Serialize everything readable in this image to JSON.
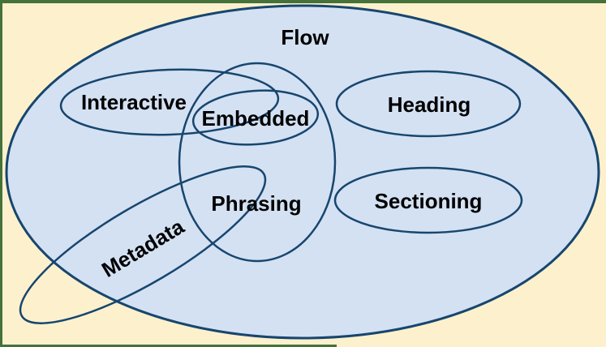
{
  "diagram": {
    "labels": {
      "flow": "Flow",
      "interactive": "Interactive",
      "embedded": "Embedded",
      "heading": "Heading",
      "phrasing": "Phrasing",
      "sectioning": "Sectioning",
      "metadata": "Metadata"
    },
    "colors": {
      "background": "#fdf1cd",
      "ellipse_fill": "#d4e1f2",
      "ellipse_stroke": "#17466f",
      "frame_green": "#45713a",
      "text": "#000000"
    }
  }
}
